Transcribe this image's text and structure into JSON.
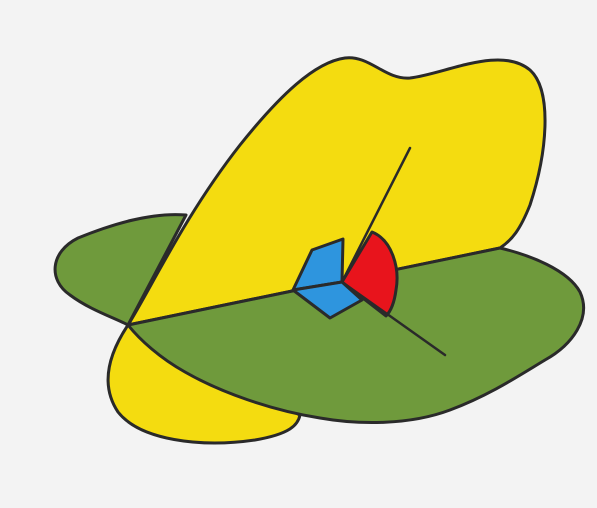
{
  "scene": {
    "background": "#f3f3f3",
    "page_color": "#ffffff",
    "colors": {
      "vertical_plane": "#f4dc10",
      "vertical_plane_shade": "#e8c800",
      "horizontal_plane": "#6f9a3c",
      "horizontal_plane_shade": "#5f8a30",
      "cube_face_blue": "#2e95de",
      "dihedral_sector_red": "#e8141c",
      "ink": "#2a2a2a"
    },
    "shapes": [
      "yellow-plane",
      "green-plane",
      "blue-corner-cube",
      "red-angle-sector",
      "intersection-line",
      "vertical-edge-line",
      "diagonal-edge-line"
    ]
  }
}
